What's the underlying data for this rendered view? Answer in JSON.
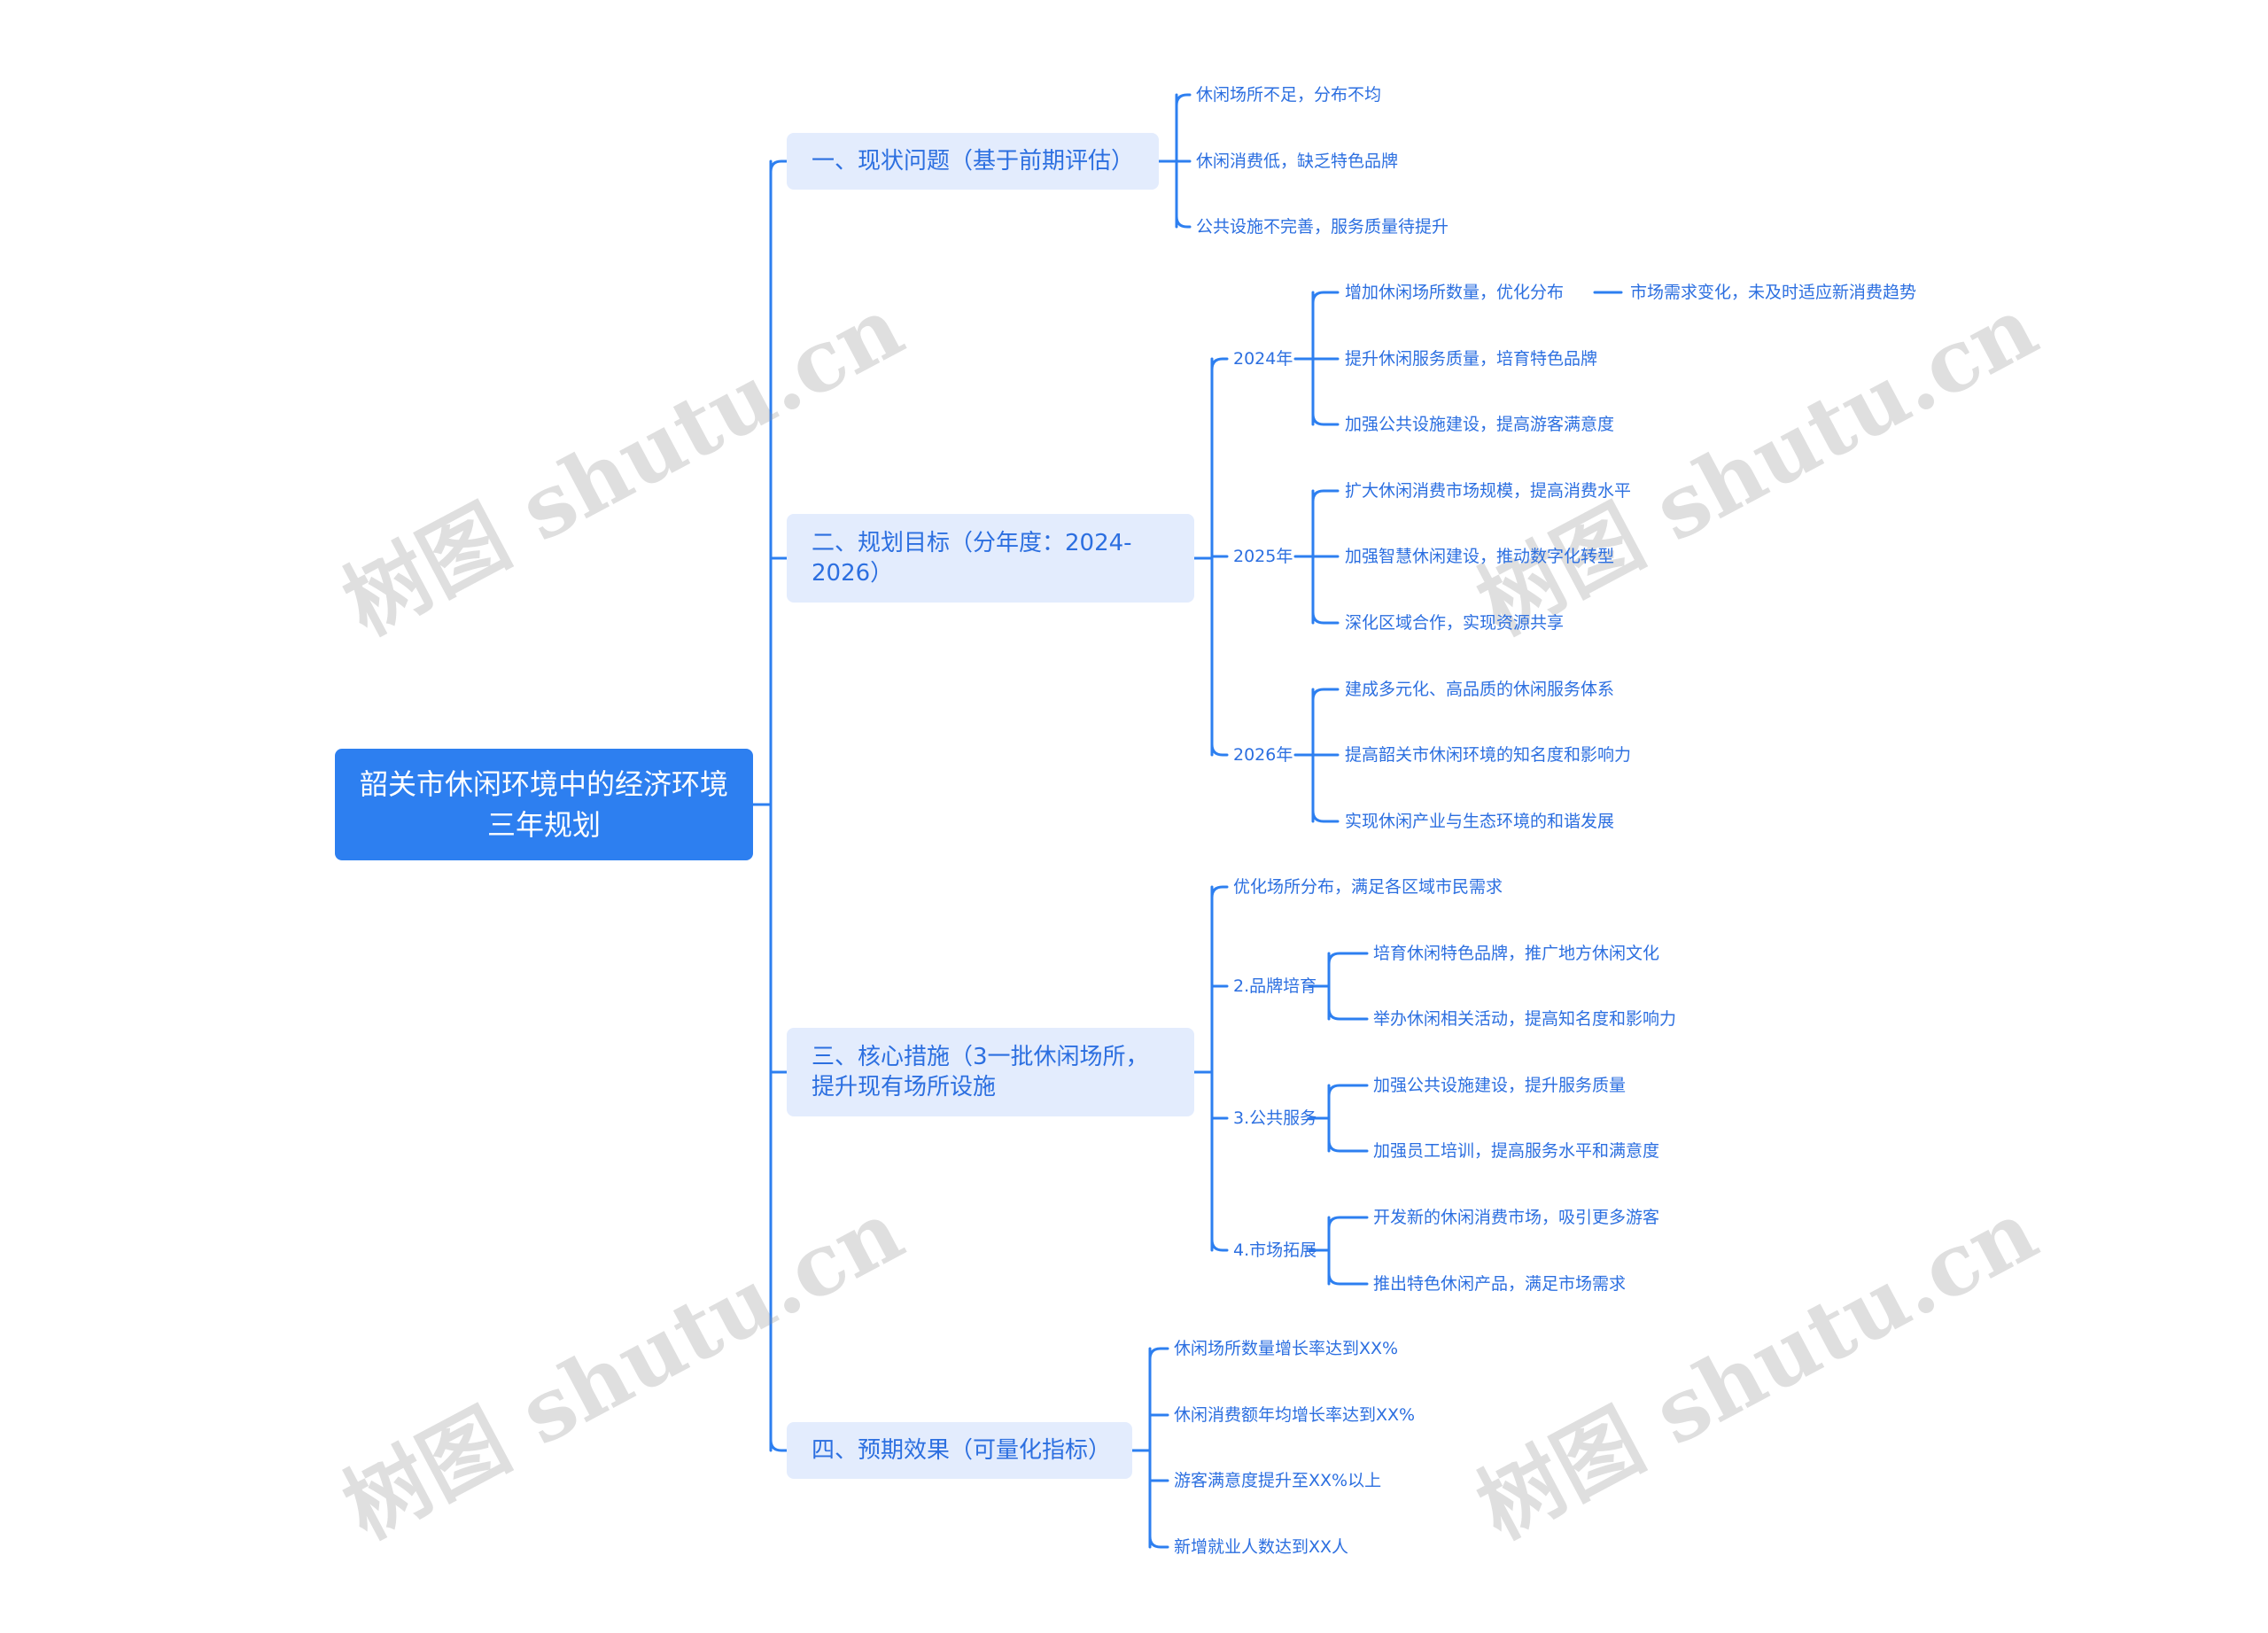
{
  "root": {
    "title": "韶关市休闲环境中的经济环境三年规划"
  },
  "colors": {
    "accent": "#2d7ff0",
    "branch_fill": "#e3ecfd",
    "text": "#2c6fe0",
    "line": "#2d7ff0"
  },
  "watermark": "树图 shutu.cn",
  "sections": [
    {
      "label": "一、现状问题（基于前期评估）",
      "items": [
        "休闲场所不足，分布不均",
        "休闲消费低，缺乏特色品牌",
        "公共设施不完善，服务质量待提升"
      ]
    },
    {
      "label": "二、规划目标（分年度：2024-2026）",
      "years": [
        {
          "label": "2024年",
          "items": [
            "增加休闲场所数量，优化分布",
            "提升休闲服务质量，培育特色品牌",
            "加强公共设施建设，提高游客满意度"
          ],
          "note": "市场需求变化，未及时适应新消费趋势"
        },
        {
          "label": "2025年",
          "items": [
            "扩大休闲消费市场规模，提高消费水平",
            "加强智慧休闲建设，推动数字化转型",
            "深化区域合作，实现资源共享"
          ]
        },
        {
          "label": "2026年",
          "items": [
            "建成多元化、高品质的休闲服务体系",
            "提高韶关市休闲环境的知名度和影响力",
            "实现休闲产业与生态环境的和谐发展"
          ]
        }
      ]
    },
    {
      "label": "三、核心措施（3一批休闲场所，提升现有场所设施",
      "direct": "优化场所分布，满足各区域市民需求",
      "groups": [
        {
          "label": "2.品牌培育",
          "items": [
            "培育休闲特色品牌，推广地方休闲文化",
            "举办休闲相关活动，提高知名度和影响力"
          ]
        },
        {
          "label": "3.公共服务",
          "items": [
            "加强公共设施建设，提升服务质量",
            "加强员工培训，提高服务水平和满意度"
          ]
        },
        {
          "label": "4.市场拓展",
          "items": [
            "开发新的休闲消费市场，吸引更多游客",
            "推出特色休闲产品，满足市场需求"
          ]
        }
      ]
    },
    {
      "label": "四、预期效果（可量化指标）",
      "items": [
        "休闲场所数量增长率达到XX%",
        "休闲消费额年均增长率达到XX%",
        "游客满意度提升至XX%以上",
        "新增就业人数达到XX人"
      ]
    }
  ]
}
